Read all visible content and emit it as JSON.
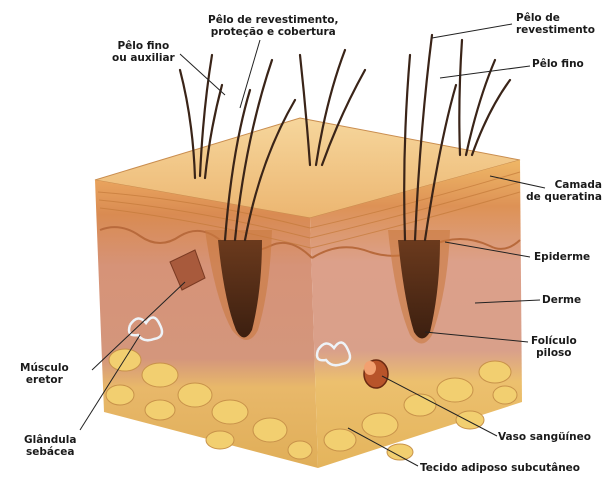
{
  "labels": {
    "pelo_revestimento_protecao": "Pêlo de revestimento,\nproteção e cobertura",
    "pelo_fino_auxiliar": "Pêlo fino\nou auxiliar",
    "pelo_revestimento": "Pêlo de\nrevestimento",
    "pelo_fino": "Pêlo fino",
    "camada_queratina": "Camada\nde queratina",
    "epiderme": "Epiderme",
    "derme": "Derme",
    "foliculo_piloso": "Folículo\npiloso",
    "musculo_eretor": "Músculo\neretor",
    "glandula_sebacea": "Glândula\nsebácea",
    "vaso_sanguineo": "Vaso sangüíneo",
    "tecido_adiposo": "Tecido adiposo subcutâneo"
  },
  "colors": {
    "surface": "#f1c27d",
    "keratin": "#e9a860",
    "epidermis": "#d48a55",
    "dermis": "#d9937a",
    "adipose": "#efcc6a",
    "hair": "#3a2418",
    "follicle": "#5a2f18"
  }
}
